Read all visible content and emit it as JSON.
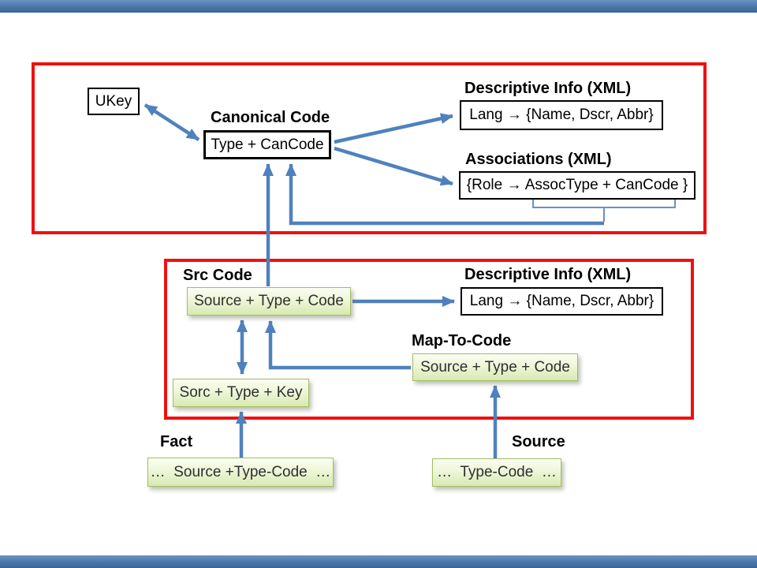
{
  "colors": {
    "arrow_blue": "#4f81bd",
    "bracket_blue": "#6d8fc0",
    "frame_red": "#ee1111",
    "green_fill_top": "#fbfdf2",
    "green_fill_bottom": "#d9e9b2",
    "green_border": "#a3bd62",
    "bar_blue": "#4a76a8"
  },
  "canonical": {
    "ukey": "UKey",
    "title": "Canonical Code",
    "code_box": "Type + CanCode",
    "descriptive_title": "Descriptive Info (XML)",
    "descriptive_box": "Lang → {Name, Dscr, Abbr}",
    "associations_title": "Associations (XML)",
    "associations_box": "{Role → AssocType + CanCode }"
  },
  "src": {
    "title": "Src Code",
    "code_box": "Source + Type + Code",
    "descriptive_title": "Descriptive Info (XML)",
    "descriptive_box": "Lang → {Name, Dscr, Abbr}",
    "map_title": "Map-To-Code",
    "map_box": "Source + Type + Code",
    "key_box": "Sorc + Type + Key"
  },
  "external": {
    "fact_title": "Fact",
    "fact_box": "…  Source +Type-Code  …",
    "source_title": "Source",
    "source_box": "…  Type-Code  …"
  }
}
